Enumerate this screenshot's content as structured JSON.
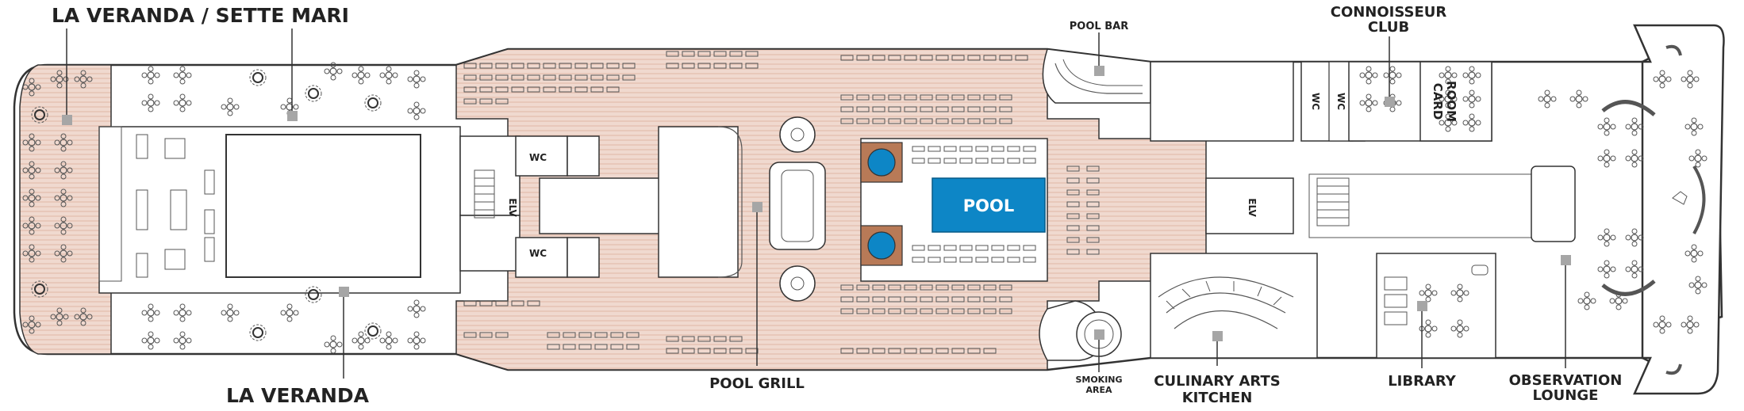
{
  "labels": {
    "la_veranda_sette_mari": "LA VERANDA / SETTE MARI",
    "la_veranda": "LA VERANDA",
    "pool_bar": "POOL BAR",
    "connoisseur_1": "CONNOISSEUR",
    "connoisseur_2": "CLUB",
    "wc": "WC",
    "elv": "ELV",
    "card_1": "CARD",
    "card_2": "ROOM",
    "pool": "POOL",
    "pool_grill": "POOL GRILL",
    "smoking_1": "SMOKING",
    "smoking_2": "AREA",
    "culinary_1": "CULINARY ARTS",
    "culinary_2": "KITCHEN",
    "library": "LIBRARY",
    "observation_1": "OBSERVATION",
    "observation_2": "LOUNGE"
  },
  "colors": {
    "deck_wood": "#f0d9cf",
    "deck_wood_line": "#e3bfae",
    "outline": "#3a3a3a",
    "furniture": "#5a5a5a",
    "pool_blue": "#0d86c6",
    "jacuzzi_frame": "#b87a57",
    "marker": "#a6a6a6",
    "label_text": "#222222"
  }
}
